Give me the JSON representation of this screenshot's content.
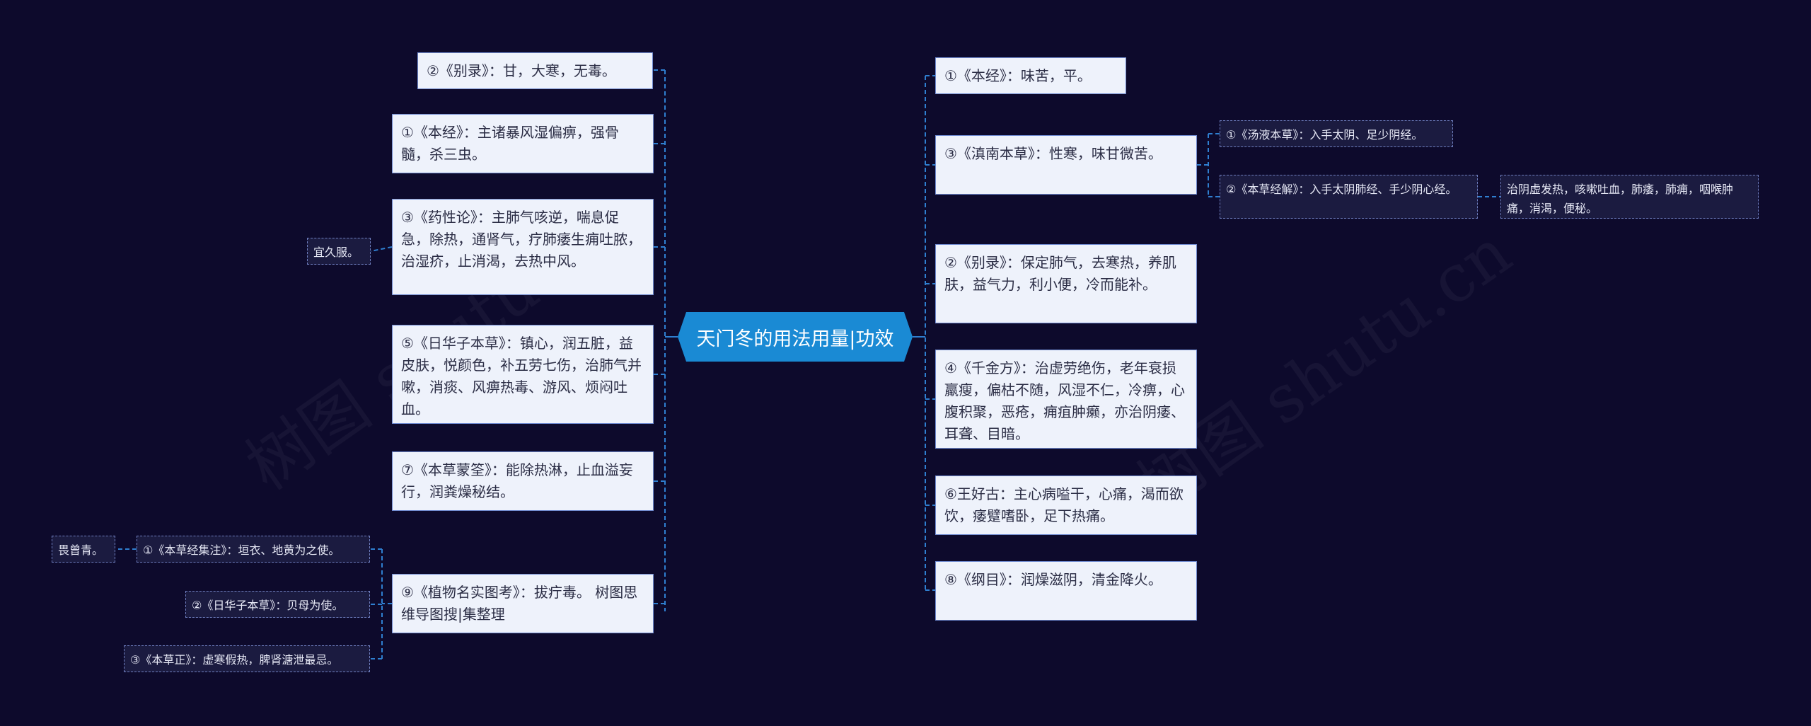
{
  "root": {
    "label": "天门冬的用法用量|功效"
  },
  "watermark": "树图 shutu.cn",
  "colors": {
    "background": "#0d0a2c",
    "root": "#1a8ad4",
    "node_bg": "#eef2fb",
    "connector": "#2f7fd0"
  },
  "left": [
    {
      "id": "l1",
      "text": "②《别录》：甘，大寒，无毒。"
    },
    {
      "id": "l2",
      "text": "①《本经》：主诸暴风湿偏痹，强骨髓，杀三虫。"
    },
    {
      "id": "l3",
      "text": "③《药性论》：主肺气咳逆，喘息促急，除热，通肾气，疗肺痿生痈吐脓，治湿疥，止消渴，去热中风。",
      "children": [
        {
          "id": "l3a",
          "text": "宜久服。"
        }
      ]
    },
    {
      "id": "l4",
      "text": "⑤《日华子本草》：镇心，润五脏，益皮肤，悦颜色，补五劳七伤，治肺气并嗽，消痰、风痹热毒、游风、烦闷吐血。"
    },
    {
      "id": "l5",
      "text": "⑦《本草蒙筌》：能除热淋，止血溢妄行，润粪燥秘结。"
    },
    {
      "id": "l6",
      "text": "⑨《植物名实图考》：拔疔毒。 树图思维导图搜|集整理",
      "children": [
        {
          "id": "l6a",
          "text": "①《本草经集注》：垣衣、地黄为之使。",
          "children": [
            {
              "id": "l6a1",
              "text": "畏曾青。"
            }
          ]
        },
        {
          "id": "l6b",
          "text": "②《日华子本草》：贝母为使。"
        },
        {
          "id": "l6c",
          "text": "③《本草正》：虚寒假热，脾肾溏泄最忌。"
        }
      ]
    }
  ],
  "right": [
    {
      "id": "r1",
      "text": "①《本经》：味苦，平。"
    },
    {
      "id": "r2",
      "text": "③《滇南本草》：性寒，味甘微苦。",
      "children": [
        {
          "id": "r2a",
          "text": "①《汤液本草》：入手太阴、足少阴经。"
        },
        {
          "id": "r2b",
          "text": "②《本草经解》：入手太阴肺经、手少阴心经。",
          "children": [
            {
              "id": "r2b1",
              "text": "治阴虚发热，咳嗽吐血，肺痿，肺痈，咽喉肿痛，消渴，便秘。"
            }
          ]
        }
      ]
    },
    {
      "id": "r3",
      "text": "②《别录》：保定肺气，去寒热，养肌肤，益气力，利小便，冷而能补。"
    },
    {
      "id": "r4",
      "text": "④《千金方》：治虚劳绝伤，老年衰损羸瘦，偏枯不随，风湿不仁，冷痹，心腹积聚，恶疮，痈疽肿癞，亦治阴痿、耳聋、目暗。"
    },
    {
      "id": "r5",
      "text": "⑥王好古：主心病嗌干，心痛，渴而欲饮，痿躄嗜卧，足下热痛。"
    },
    {
      "id": "r6",
      "text": "⑧《纲目》：润燥滋阴，清金降火。"
    }
  ]
}
